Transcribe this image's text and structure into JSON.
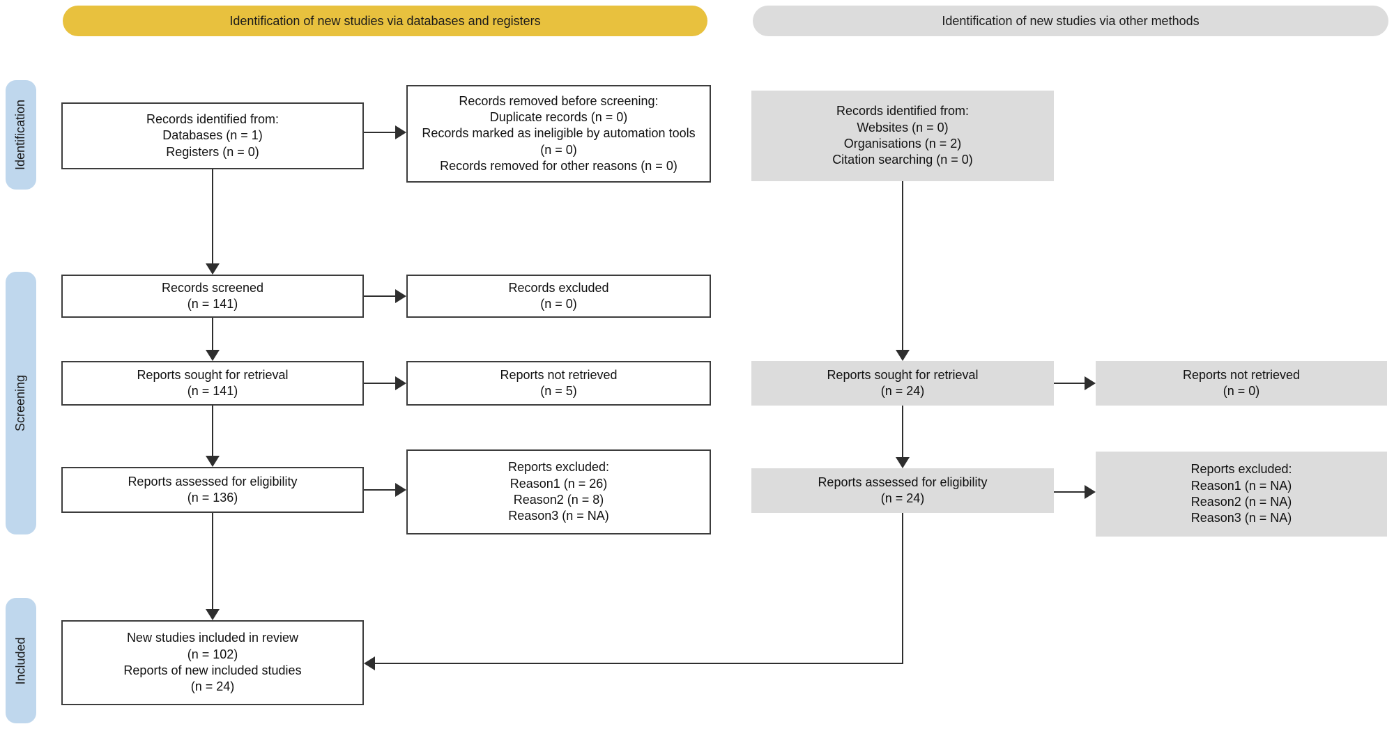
{
  "colors": {
    "banner_yellow": "#E8C13E",
    "box_gray": "#DCDCDC",
    "sidebar_blue": "#BFD7ED",
    "box_border": "#3C3C3C",
    "arrow": "#2E2E2E",
    "text": "#111111"
  },
  "banners": {
    "databases_registers": "Identification of new studies via databases and registers",
    "other_methods": "Identification of new studies via other methods"
  },
  "sidebar": {
    "identification": "Identification",
    "screening": "Screening",
    "included": "Included"
  },
  "boxes": {
    "records_identified_db": {
      "lines": [
        "Records identified from:",
        "Databases (n = 1)",
        "Registers (n = 0)"
      ]
    },
    "records_removed": {
      "lines": [
        "Records removed before screening:",
        "Duplicate records (n = 0)",
        "Records marked as ineligible by automation tools (n = 0)",
        "Records removed for other reasons (n = 0)"
      ]
    },
    "records_identified_other": {
      "lines": [
        "Records identified from:",
        "Websites (n = 0)",
        "Organisations (n = 2)",
        "Citation searching (n = 0)"
      ]
    },
    "records_screened": {
      "lines": [
        "Records screened",
        "(n = 141)"
      ]
    },
    "records_excluded": {
      "lines": [
        "Records excluded",
        "(n = 0)"
      ]
    },
    "reports_sought_db": {
      "lines": [
        "Reports sought for retrieval",
        "(n = 141)"
      ]
    },
    "reports_not_retrieved_db": {
      "lines": [
        "Reports not retrieved",
        "(n = 5)"
      ]
    },
    "reports_sought_other": {
      "lines": [
        "Reports sought for retrieval",
        "(n = 24)"
      ]
    },
    "reports_not_retrieved_other": {
      "lines": [
        "Reports not retrieved",
        "(n = 0)"
      ]
    },
    "reports_assessed_db": {
      "lines": [
        "Reports assessed for eligibility",
        "(n = 136)"
      ]
    },
    "reports_excluded_db": {
      "lines": [
        "Reports excluded:",
        "Reason1 (n = 26)",
        "Reason2 (n = 8)",
        "Reason3 (n = NA)"
      ]
    },
    "reports_assessed_other": {
      "lines": [
        "Reports assessed for eligibility",
        "(n = 24)"
      ]
    },
    "reports_excluded_other": {
      "lines": [
        "Reports excluded:",
        "Reason1 (n = NA)",
        "Reason2 (n = NA)",
        "Reason3 (n = NA)"
      ]
    },
    "new_studies_included": {
      "lines": [
        "New studies included in review",
        "(n = 102)",
        "Reports of new included studies",
        "(n = 24)"
      ]
    }
  }
}
